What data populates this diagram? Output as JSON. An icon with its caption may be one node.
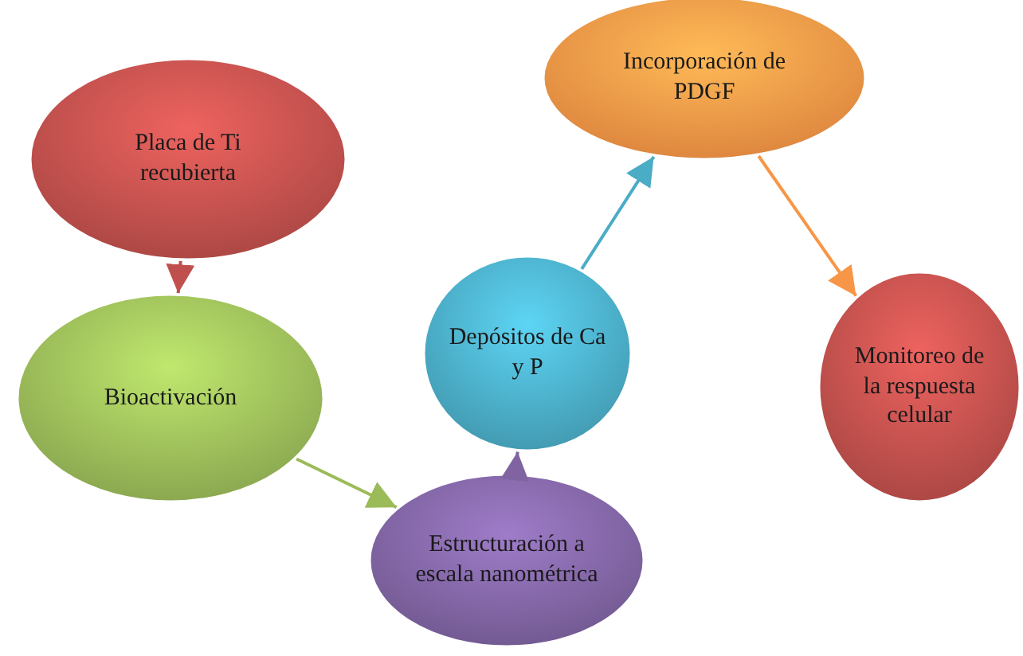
{
  "diagram": {
    "nodes": [
      {
        "text": [
          "Placa de Ti recubierta"
        ]
      },
      {
        "text": [
          "Bioactivación"
        ]
      },
      {
        "text": [
          "Estructuración a escala nanométrica"
        ]
      },
      {
        "text": [
          "Depósitos de Ca y P"
        ]
      },
      {
        "text": [
          "Incorporación de PDGF"
        ]
      },
      {
        "text": [
          "Monitoreo de la respuesta celular"
        ]
      }
    ],
    "edges": [
      {
        "from": 0,
        "to": 1,
        "arrow": "to",
        "color": "#c0504d"
      },
      {
        "from": 1,
        "to": 2,
        "arrow": "to",
        "color": "#9bbb59"
      },
      {
        "from": 2,
        "to": 3,
        "arrow": "to",
        "color": "#8064a2"
      },
      {
        "from": 3,
        "to": 4,
        "arrow": "to",
        "color": "#4bacc6"
      },
      {
        "from": 4,
        "to": 5,
        "arrow": "to",
        "color": "#f79646"
      }
    ]
  }
}
